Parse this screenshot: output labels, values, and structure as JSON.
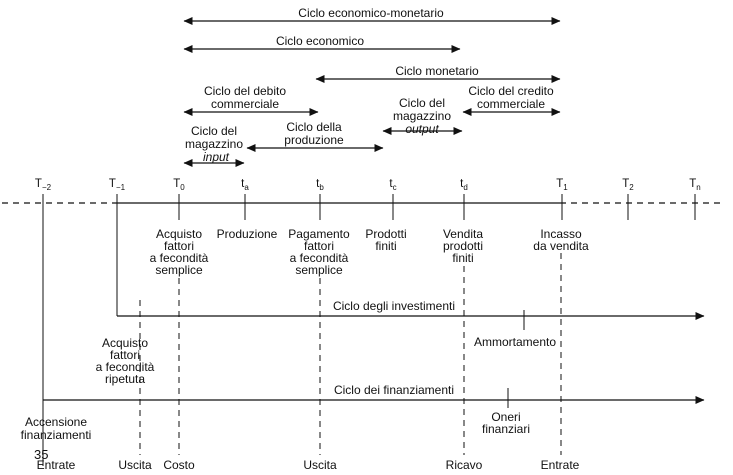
{
  "cycles": {
    "economico_monetario": "Ciclo economico-monetario",
    "economico": "Ciclo economico",
    "monetario": "Ciclo monetario",
    "debito_line1": "Ciclo del debito",
    "debito_line2": "commerciale",
    "credito_line1": "Ciclo del credito",
    "credito_line2": "commerciale",
    "magazzino_output_line1": "Ciclo del",
    "magazzino_output_line2": "magazzino",
    "magazzino_output_line3": "output",
    "magazzino_input_line1": "Ciclo del",
    "magazzino_input_line2": "magazzino",
    "magazzino_input_line3": "input",
    "produzione_line1": "Ciclo della",
    "produzione_line2": "produzione"
  },
  "timeline": {
    "labels": [
      "T",
      "T",
      "T",
      "t",
      "t",
      "t",
      "t",
      "T",
      "T",
      "T"
    ],
    "subscripts": [
      "−2",
      "−1",
      "0",
      "a",
      "b",
      "c",
      "d",
      "1",
      "2",
      "n"
    ]
  },
  "events": {
    "acquisto_semplice": [
      "Acquisto",
      "fattori",
      "a fecondità",
      "semplice"
    ],
    "produzione": [
      "Produzione"
    ],
    "pagamento": [
      "Pagamento",
      "fattori",
      "a fecondità",
      "semplice"
    ],
    "prodotti_finiti": [
      "Prodotti",
      "finiti"
    ],
    "vendita": [
      "Vendita",
      "prodotti",
      "finiti"
    ],
    "incasso": [
      "Incasso",
      "da vendita"
    ]
  },
  "investimenti": {
    "title": "Ciclo degli investimenti",
    "acquisto_ripetuta": [
      "Acquisto",
      "fattori",
      "a fecondità",
      "ripetuta"
    ],
    "ammortamento": "Ammortamento"
  },
  "finanziamenti": {
    "title": "Ciclo dei finanziamenti",
    "accensione": [
      "Accensione",
      "finanziamenti"
    ],
    "oneri": [
      "Oneri",
      "finanziari"
    ]
  },
  "bottom_labels": {
    "entrate_left": "Entrate",
    "uscita_left": "Uscita",
    "costo": "Costo",
    "uscita_mid": "Uscita",
    "ricavo": "Ricavo",
    "entrate_right": "Entrate"
  },
  "page_number": "35"
}
